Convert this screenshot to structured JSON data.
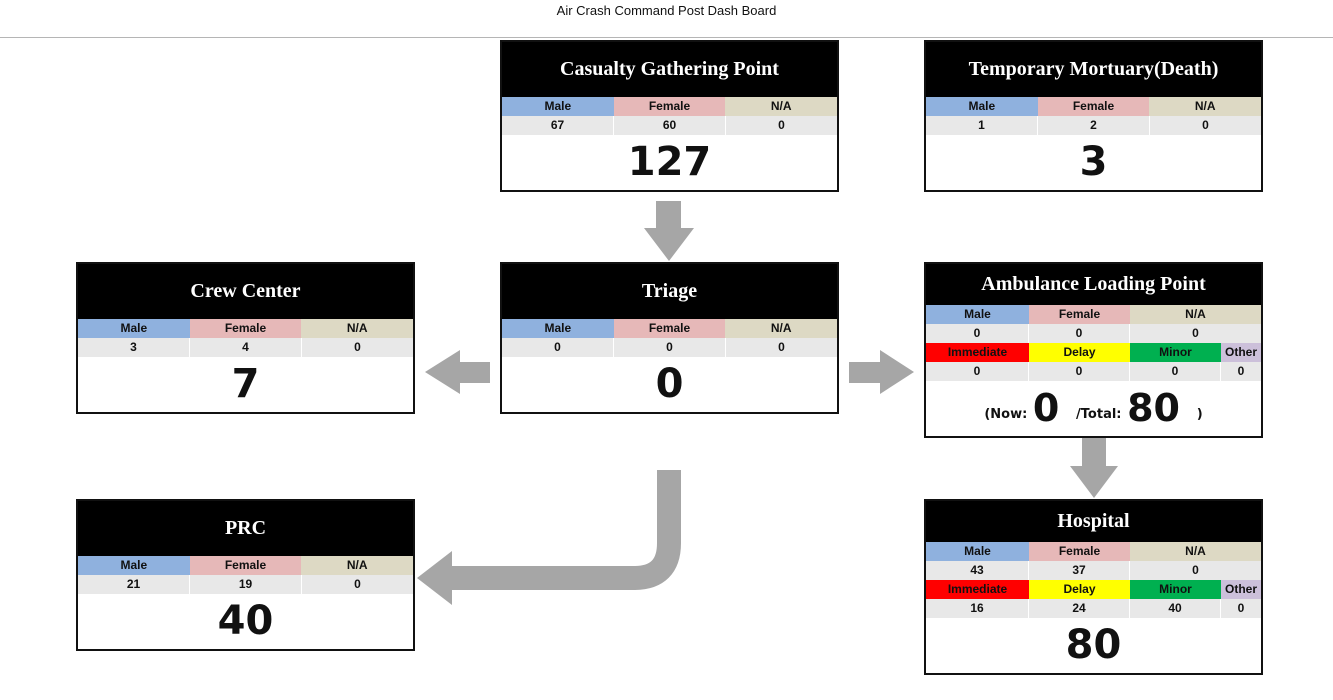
{
  "page_title": "Air Crash Command Post Dash Board",
  "colors": {
    "male": "#8fb1de",
    "female": "#e6b8b8",
    "na": "#ddd9c4",
    "immediate": "#ff0000",
    "delay": "#ffff00",
    "minor": "#00b050",
    "other": "#ccc0da",
    "arrow": "#a6a6a6"
  },
  "gender_headers": {
    "male": "Male",
    "female": "Female",
    "na": "N/A"
  },
  "triage_headers": {
    "immediate": "Immediate",
    "delay": "Delay",
    "minor": "Minor",
    "other": "Other"
  },
  "casualty": {
    "title": "Casualty Gathering Point",
    "male": "67",
    "female": "60",
    "na": "0",
    "total": "127"
  },
  "mortuary": {
    "title": "Temporary Mortuary(Death)",
    "male": "1",
    "female": "2",
    "na": "0",
    "total": "3"
  },
  "crew": {
    "title": "Crew Center",
    "male": "3",
    "female": "4",
    "na": "0",
    "total": "7"
  },
  "triage": {
    "title": "Triage",
    "male": "0",
    "female": "0",
    "na": "0",
    "total": "0"
  },
  "ambulance": {
    "title": "Ambulance Loading Point",
    "male": "0",
    "female": "0",
    "na": "0",
    "immediate": "0",
    "delay": "0",
    "minor": "0",
    "other": "0",
    "now_label": "(Now:",
    "now": "0",
    "total_label": "/Total:",
    "total": "80",
    "close": ")"
  },
  "prc": {
    "title": "PRC",
    "male": "21",
    "female": "19",
    "na": "0",
    "total": "40"
  },
  "hospital": {
    "title": "Hospital",
    "male": "43",
    "female": "37",
    "na": "0",
    "immediate": "16",
    "delay": "24",
    "minor": "40",
    "other": "0",
    "total": "80"
  }
}
